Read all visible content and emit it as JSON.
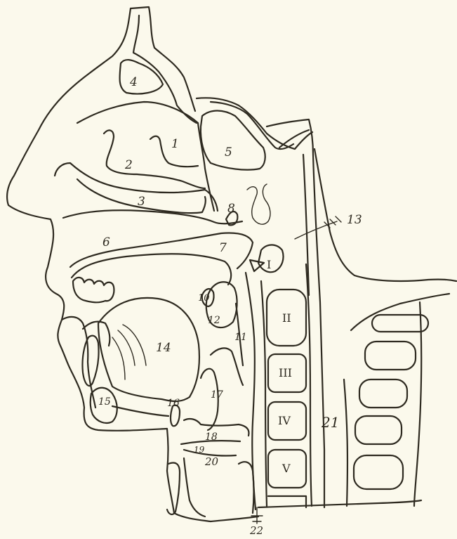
{
  "diagram": {
    "palette": {
      "paper": "#fbf9ec",
      "ink": "#2e2a20"
    },
    "labels": {
      "l1": "1",
      "l2": "2",
      "l3": "3",
      "l4": "4",
      "l5": "5",
      "l6": "6",
      "l7": "7",
      "l8": "8",
      "l10": "10",
      "l11": "11",
      "l12": "12",
      "l13": "13",
      "l14": "14",
      "l15": "15",
      "l16": "16",
      "l17": "17",
      "l18": "18",
      "l19": "19",
      "l20": "20",
      "l21": "21",
      "l22": "22"
    },
    "vertebrae": {
      "v1": "I",
      "v2": "II",
      "v3": "III",
      "v4": "IV",
      "v5": "V"
    }
  }
}
